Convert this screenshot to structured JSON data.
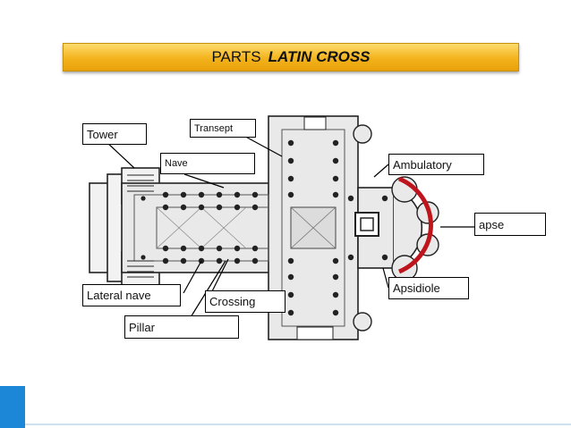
{
  "title": {
    "prefix": "PARTS",
    "emphasis": "LATIN CROSS"
  },
  "labels": {
    "tower": "Tower",
    "transept": "Transept",
    "nave": "Nave",
    "ambulatory": "Ambulatory",
    "apse": "apse",
    "apsidiole": "Apsidiole",
    "lateral_nave": "Lateral nave",
    "crossing": "Crossing",
    "pillar": "Pillar"
  },
  "colors": {
    "title_bar": "#f3b31c",
    "apse_arc": "#c0141c",
    "accent": "#1b87d6"
  }
}
